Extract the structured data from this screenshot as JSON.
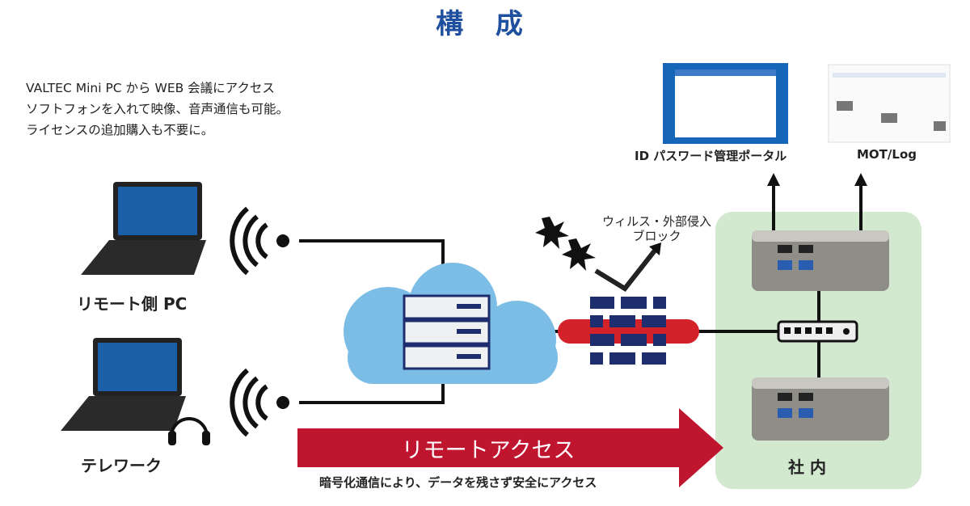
{
  "title": "構 成",
  "description": [
    "VALTEC Mini PC から WEB 会議にアクセス",
    "ソフトフォンを入れて映像、音声通信も可能。",
    "ライセンスの追加購入も不要に。"
  ],
  "labels": {
    "remote_pc": "リモート側 PC",
    "telework": "テレワーク",
    "id_portal": "ID パスワード管理ポータル",
    "motlog": "MOT/Log",
    "virus_block_1": "ウィルス・外部侵入",
    "virus_block_2": "ブロック",
    "office": "社 内",
    "remote_access": "リモートアクセス",
    "caption": "暗号化通信により、データを残さず安全にアクセス"
  },
  "colors": {
    "title": "#1f4f9f",
    "arrow": "#c0152f",
    "office_bg": "#d2e8cf",
    "cloud": "#7cbde6",
    "firewall": "#1e2d6e"
  }
}
